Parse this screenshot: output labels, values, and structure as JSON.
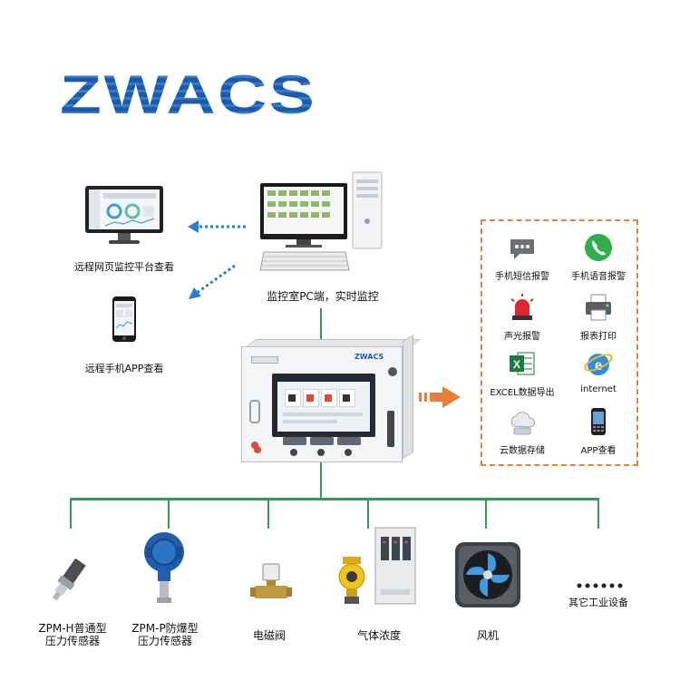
{
  "logo": "ZWACS",
  "pc": {
    "caption": "监控室PC端，实时监控"
  },
  "remote": [
    {
      "label": "远程网页监控平台查看"
    },
    {
      "label": "远程手机APP查看"
    }
  ],
  "panel": {
    "brand": "ZWACS"
  },
  "features": [
    {
      "label": "手机短信报警",
      "icon": "sms-icon"
    },
    {
      "label": "手机语音报警",
      "icon": "phone-icon"
    },
    {
      "label": "声光报警",
      "icon": "alarm-light-icon"
    },
    {
      "label": "报表打印",
      "icon": "printer-icon"
    },
    {
      "label": "EXCEL数据导出",
      "icon": "excel-icon"
    },
    {
      "label": "internet",
      "icon": "internet-icon"
    },
    {
      "label": "云数据存储",
      "icon": "cloud-storage-icon"
    },
    {
      "label": "APP查看",
      "icon": "mobile-phone-icon"
    }
  ],
  "devices": [
    {
      "label": "ZPM-H普通型\n压力传感器"
    },
    {
      "label": "ZPM-P防爆型\n压力传感器"
    },
    {
      "label": "电磁阀"
    },
    {
      "label": "气体浓度"
    },
    {
      "label": "风机"
    },
    {
      "label": "其它工业设备"
    }
  ],
  "colors": {
    "bus": "#2f9b4e",
    "accent": "#e8803a",
    "arrow_blue": "#2a7fd4",
    "logo": "#1e5aa8"
  }
}
